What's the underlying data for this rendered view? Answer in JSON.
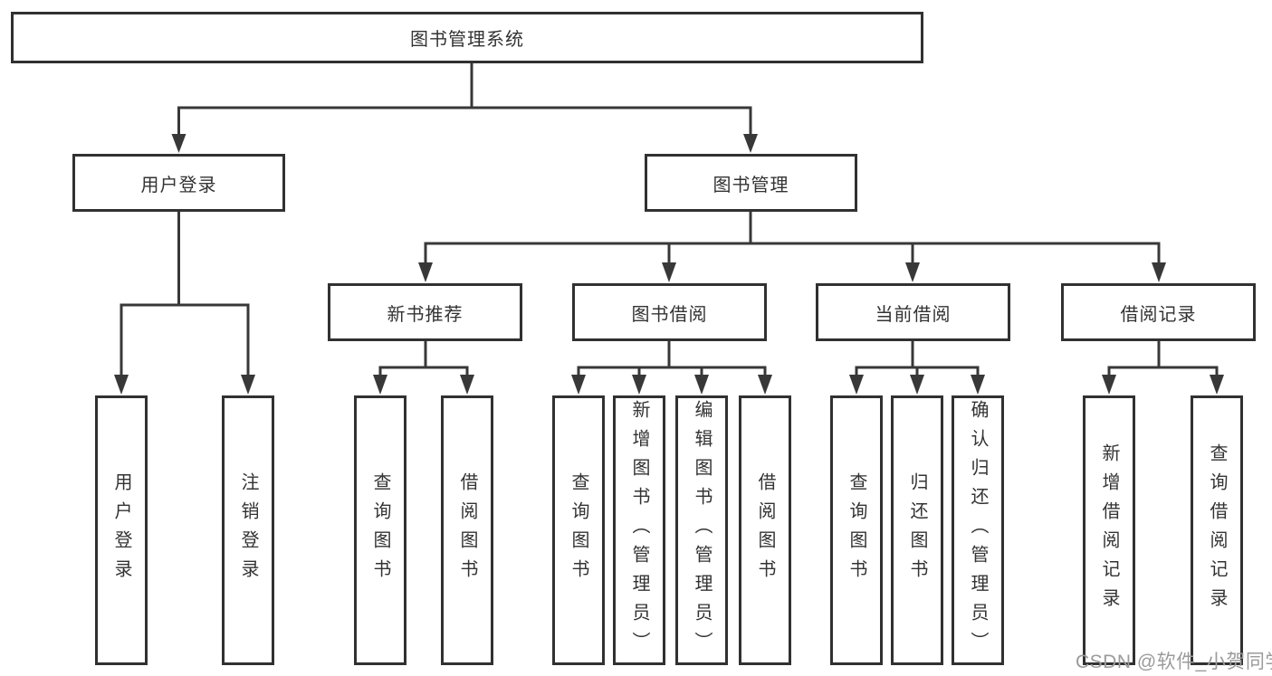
{
  "diagram_title": "图书管理系统",
  "colors": {
    "line": "#383838",
    "box_border": "#313131",
    "text": "#333333",
    "watermark": "#9b9b9b",
    "background": "#ffffff"
  },
  "watermark": {
    "text": "CSDN @软件_小贺同学"
  },
  "nodes": {
    "root": "图书管理系统",
    "level2": {
      "user_login": "用户登录",
      "book_mgmt": "图书管理"
    },
    "level3": {
      "new_book_rec": "新书推荐",
      "book_borrow": "图书借阅",
      "current_borrow": "当前借阅",
      "borrow_record": "借阅记录"
    },
    "leaves": {
      "user_login": "用户登录",
      "logout": "注销登录",
      "newbook_query": "查询图书",
      "newbook_borrow": "借阅图书",
      "borrow_query": "查询图书",
      "borrow_add": "新增图书（管理员）",
      "borrow_edit": "编辑图书（管理员）",
      "borrow_borrow": "借阅图书",
      "current_query": "查询图书",
      "current_return": "归还图书",
      "current_confirm": "确认归还（管理员）",
      "record_add": "新增借阅记录",
      "record_query": "查询借阅记录"
    }
  },
  "hierarchy": {
    "图书管理系统": {
      "用户登录": [
        "用户登录",
        "注销登录"
      ],
      "图书管理": {
        "新书推荐": [
          "查询图书",
          "借阅图书"
        ],
        "图书借阅": [
          "查询图书",
          "新增图书（管理员）",
          "编辑图书（管理员）",
          "借阅图书"
        ],
        "当前借阅": [
          "查询图书",
          "归还图书",
          "确认归还（管理员）"
        ],
        "借阅记录": [
          "新增借阅记录",
          "查询借阅记录"
        ]
      }
    }
  }
}
